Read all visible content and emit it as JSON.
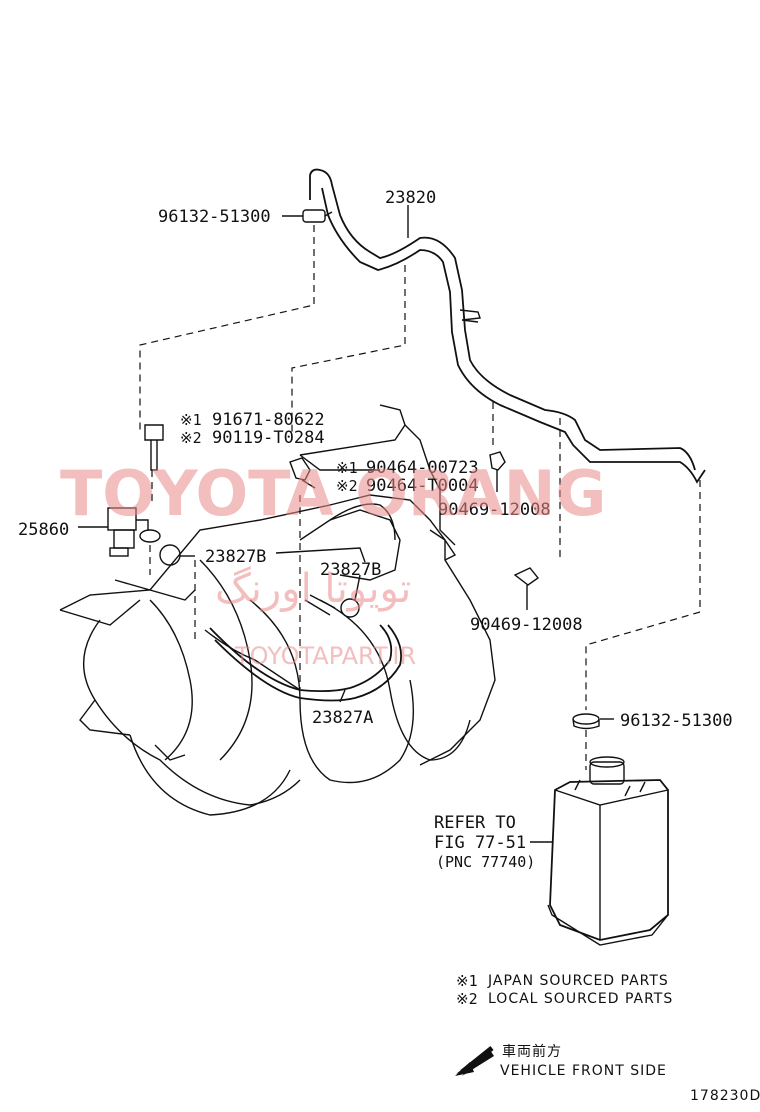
{
  "parts": {
    "hose_main": "23820",
    "clamp_top": "96132-51300",
    "clamp_bottom": "96132-51300",
    "bolt_n1": "91671-80622",
    "bolt_n2": "90119-T0284",
    "clip_n1": "90464-00723",
    "clip_n2": "90464-T0004",
    "clip_a": "90469-12008",
    "clip_b": "90469-12008",
    "vsv": "25860",
    "hose_b1": "23827B",
    "hose_b2": "23827B",
    "hose_a": "23827A"
  },
  "markers": {
    "n1": "※1",
    "n2": "※2"
  },
  "refer": {
    "line1": "REFER TO",
    "line2": "FIG 77-51",
    "line3": "(PNC 77740)"
  },
  "legend": {
    "n1_text": "JAPAN SOURCED PARTS",
    "n2_text": "LOCAL SOURCED PARTS"
  },
  "direction": {
    "jp": "車両前方",
    "en": "VEHICLE FRONT SIDE"
  },
  "fig_code": "178230D",
  "watermark": {
    "main": "TOYOTA ORANG",
    "persian": "تویوتا اورنگ",
    "site": "TOYOTAPART.IR"
  }
}
